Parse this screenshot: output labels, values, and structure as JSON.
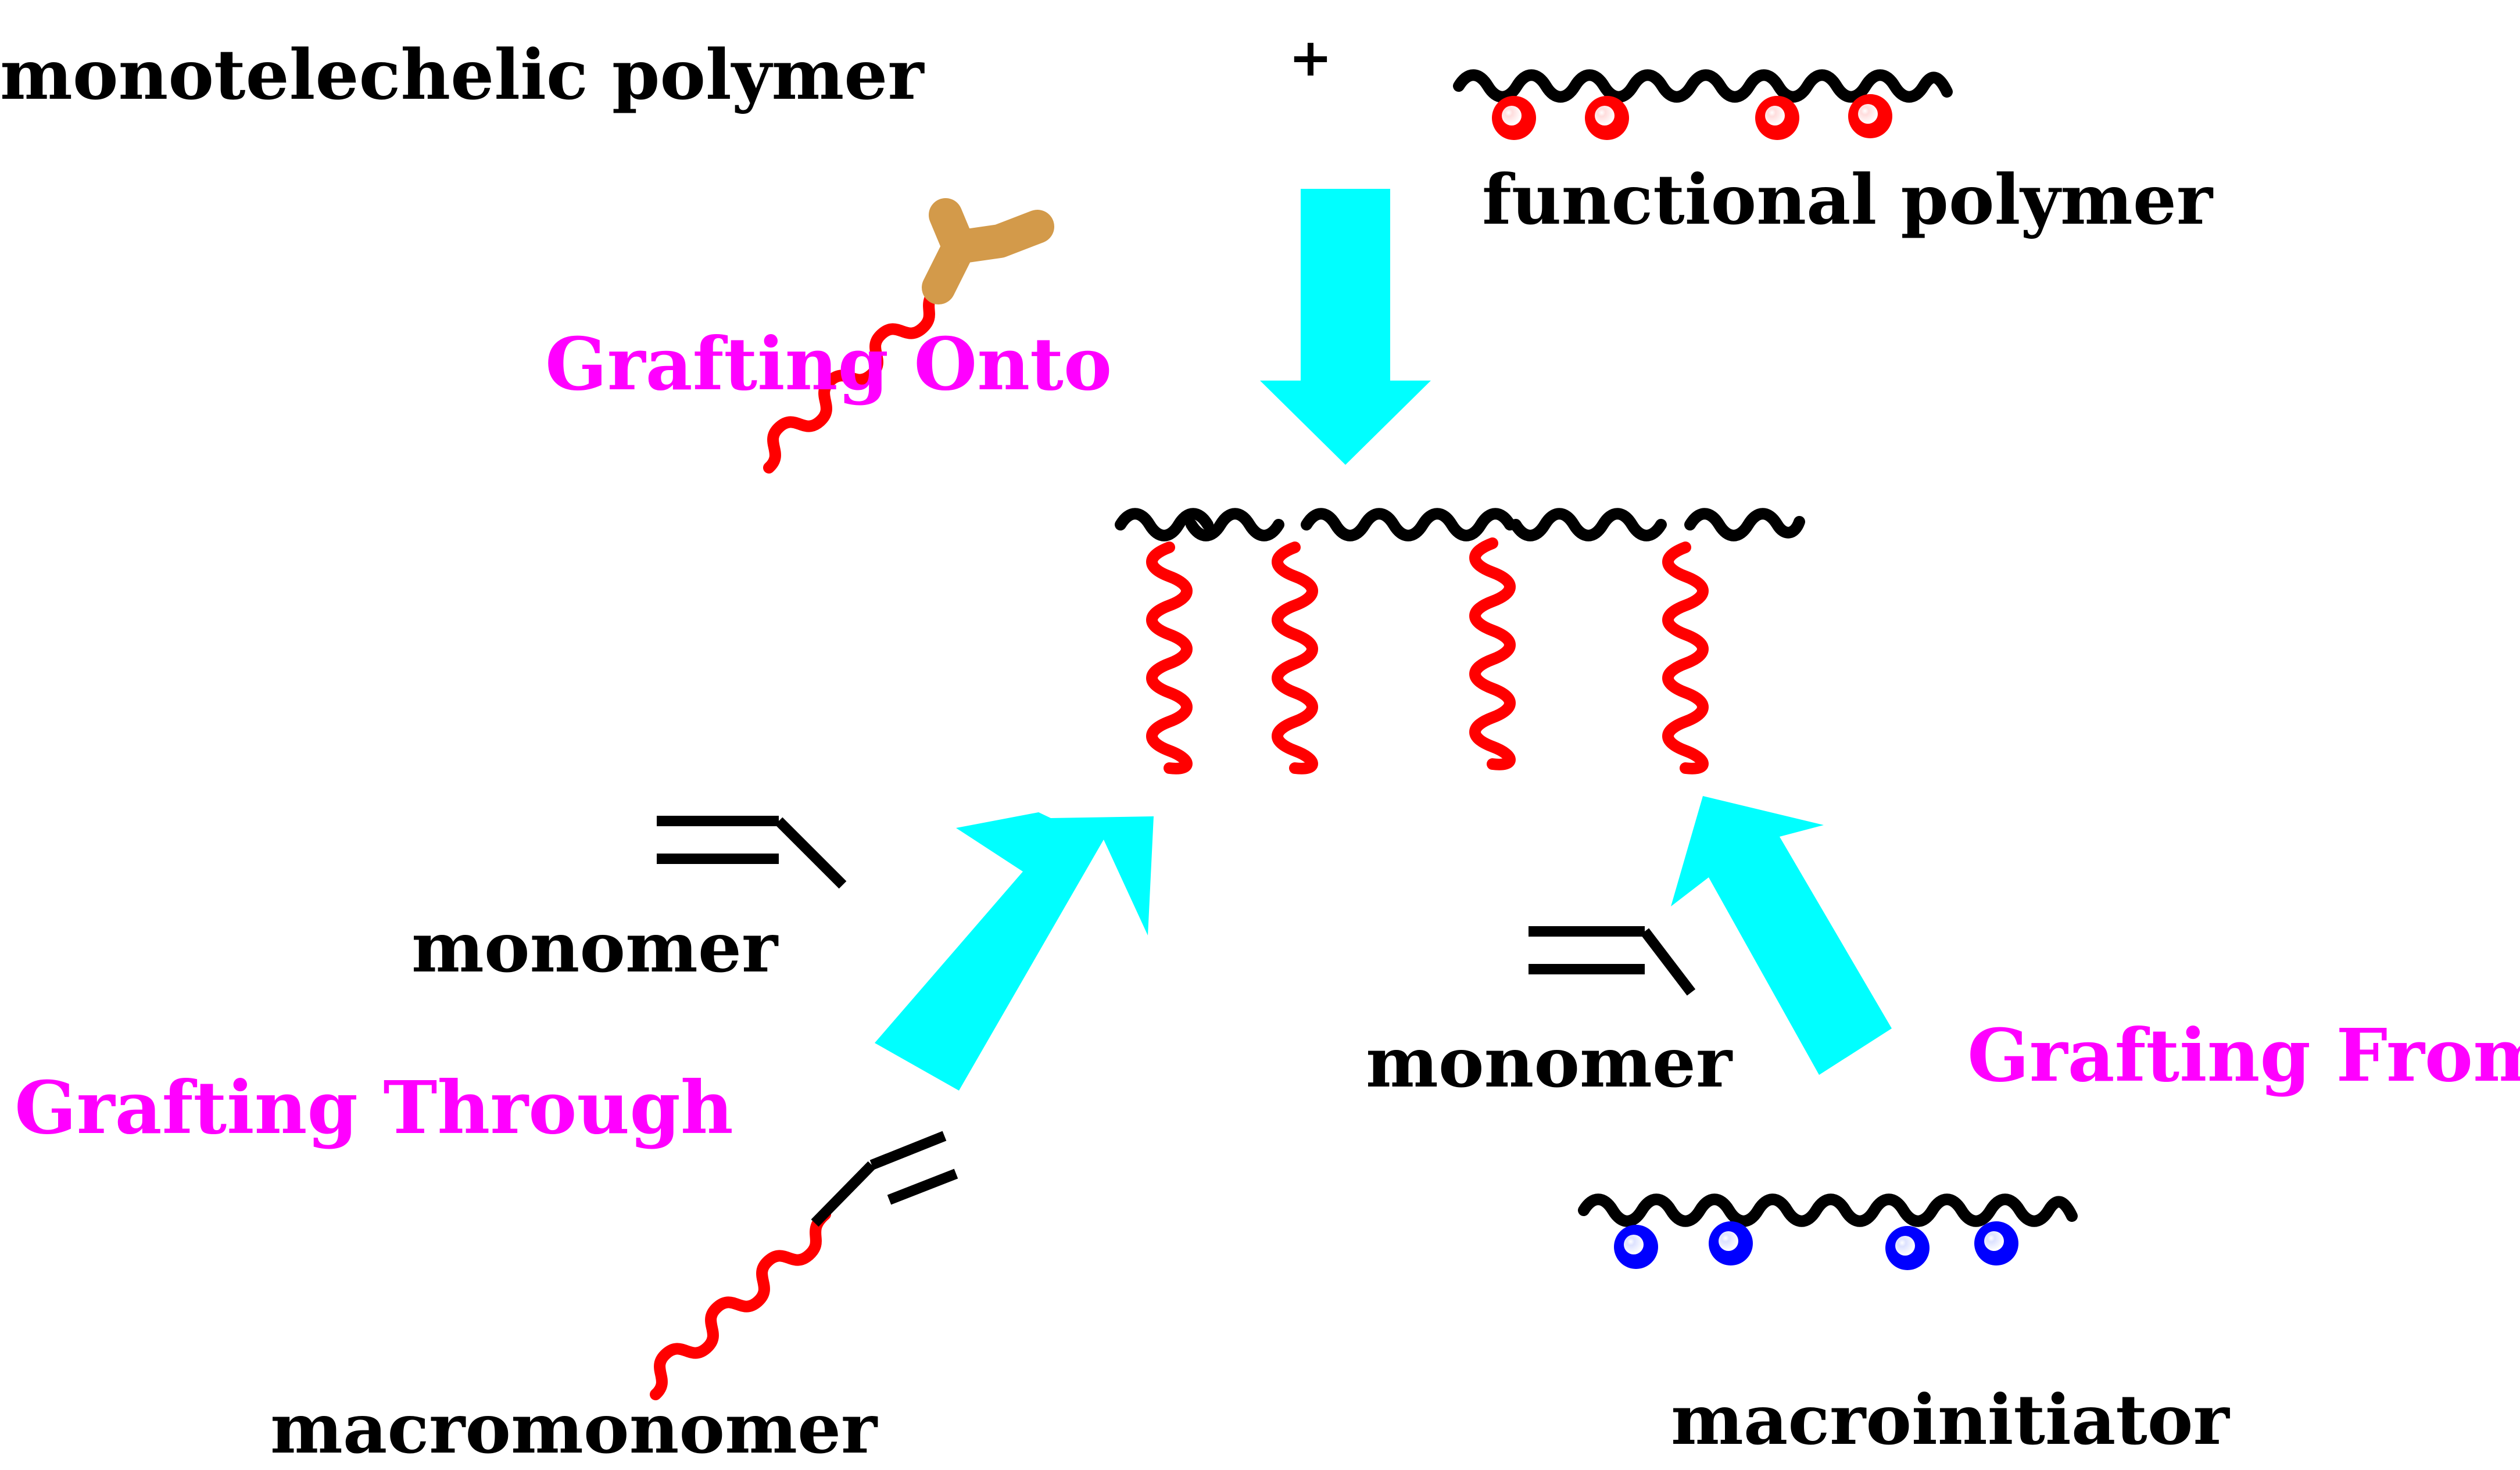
{
  "labels": {
    "monotelechelic_polymer": "monotelechelic polymer",
    "plus_sign": "+",
    "functional_polymer": "functional polymer",
    "grafting_onto": "Grafting Onto",
    "monomer_left": "monomer",
    "grafting_through": "Grafting Through",
    "macromonomer": "macromonomer",
    "monomer_right": "monomer",
    "grafting_from": "Grafting From",
    "macroinitiator": "macroinitiator"
  },
  "colors": {
    "text": "#000000",
    "method_label": "#ff00ff",
    "arrow": "#00ffff",
    "backbone": "#000000",
    "side_chain": "#ff0000",
    "functional_group": "#ff0000",
    "initiator_site": "#0000ff",
    "end_group": "#d39a4a"
  }
}
